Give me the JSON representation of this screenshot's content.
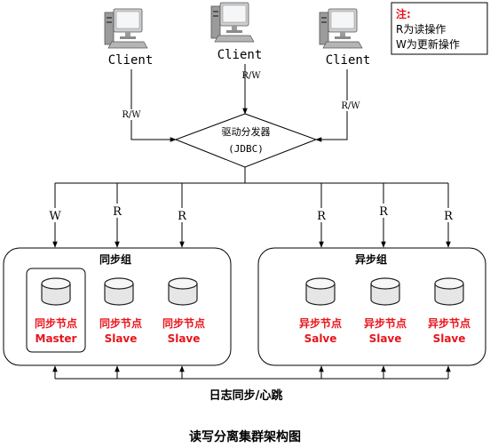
{
  "note": {
    "title": "注:",
    "line1": "R为读操作",
    "line2": "W为更新操作"
  },
  "clients": [
    {
      "label": "Client",
      "link_label": "R/W"
    },
    {
      "label": "Client",
      "link_label": "R/W"
    },
    {
      "label": "Client",
      "link_label": "R/W"
    }
  ],
  "dispatcher": {
    "line1": "驱动分发器",
    "line2": "(JDBC)"
  },
  "sync_group": {
    "title": "同步组",
    "links": [
      "W",
      "R",
      "R"
    ],
    "nodes": [
      {
        "line1": "同步节点",
        "line2": "Master"
      },
      {
        "line1": "同步节点",
        "line2": "Slave"
      },
      {
        "line1": "同步节点",
        "line2": "Slave"
      }
    ]
  },
  "async_group": {
    "title": "异步组",
    "links": [
      "R",
      "R",
      "R"
    ],
    "nodes": [
      {
        "line1": "异步节点",
        "line2": "Salve"
      },
      {
        "line1": "异步节点",
        "line2": "Slave"
      },
      {
        "line1": "异步节点",
        "line2": "Slave"
      }
    ]
  },
  "bottom_label": "日志同步/心跳",
  "caption": "读写分离集群架构图",
  "colors": {
    "line": "#000000",
    "node_text": "#e8141b",
    "note_title": "#e8141b",
    "monitor": "#8a8a8a"
  },
  "icons": {
    "client": "computer-icon",
    "db": "database-icon"
  }
}
